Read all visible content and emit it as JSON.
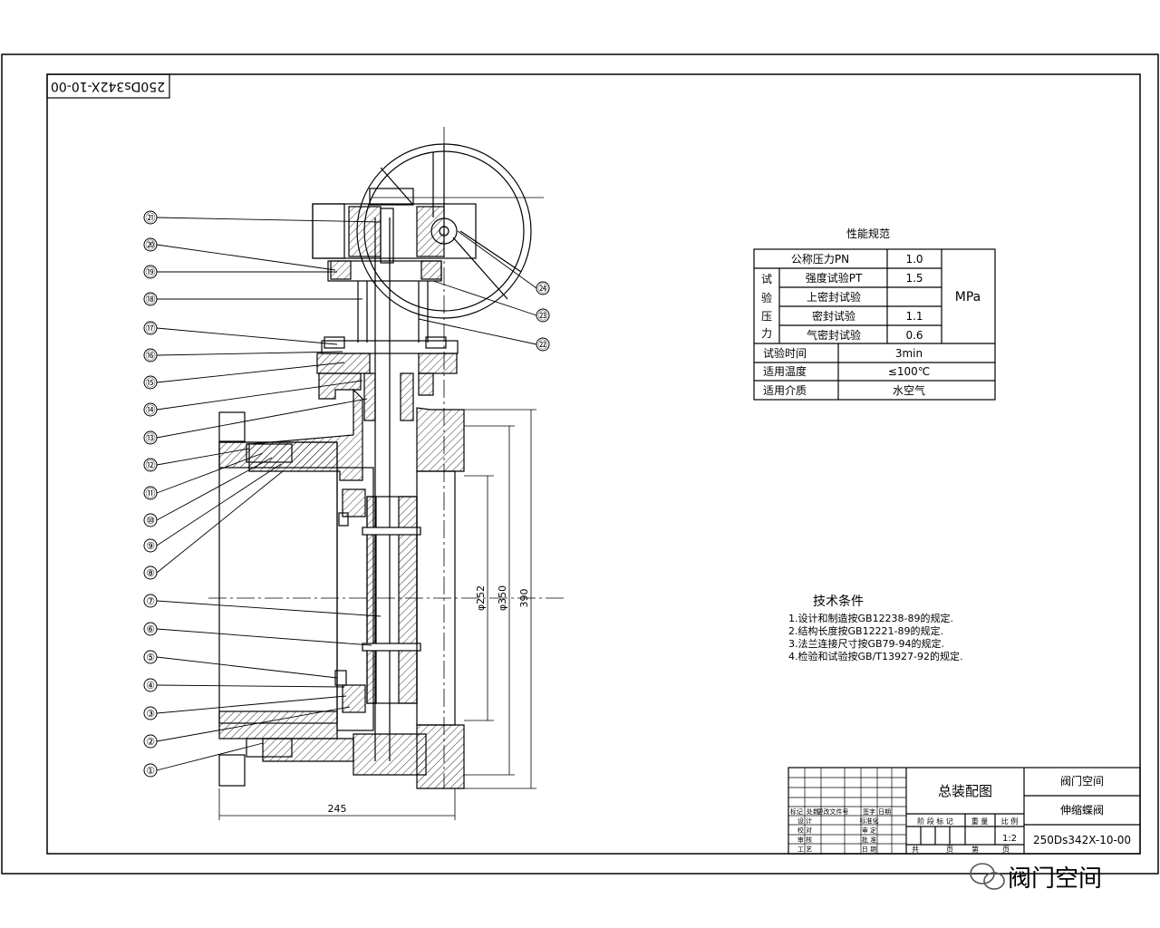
{
  "drawing_code_rotated": "250Ds342X-10-00",
  "balloons": [
    "㉑",
    "⑳",
    "⑲",
    "⑱",
    "⑰",
    "⑯",
    "⑮",
    "⑭",
    "⑬",
    "⑫",
    "⑪",
    "⑩",
    "⑨",
    "⑧",
    "⑦",
    "⑥",
    "⑤",
    "④",
    "③",
    "②",
    "①"
  ],
  "balloons_right": [
    "㉔",
    "㉓",
    "㉒"
  ],
  "dimensions": {
    "overall_width": "245",
    "d_inner": "φ252",
    "d_bolt": "φ350",
    "d_outer": "390"
  },
  "performance": {
    "title": "性能规范",
    "rows": [
      {
        "label": "公称压力PN",
        "value": "1.0"
      },
      {
        "label": "强度试验PT",
        "value": "1.5"
      },
      {
        "label": "上密封试验",
        "value": ""
      },
      {
        "label": "密封试验",
        "value": "1.1"
      },
      {
        "label": "气密封试验",
        "value": "0.6"
      }
    ],
    "group_label": [
      "试",
      "验",
      "压",
      "力"
    ],
    "unit": "MPa",
    "extra_rows": [
      {
        "label": "试验时间",
        "value": "3min"
      },
      {
        "label": "适用温度",
        "value": "≤100℃"
      },
      {
        "label": "适用介质",
        "value": "水空气"
      }
    ]
  },
  "tech": {
    "title": "技术条件",
    "items": [
      "1.设计和制造按GB12238-89的规定.",
      "2.结构长度按GB12221-89的规定.",
      "3.法兰连接尺寸按GB79-94的规定.",
      "4.检验和试验按GB/T13927-92的规定."
    ]
  },
  "title_block": {
    "drawing_name": "总装配图",
    "company": "阀门空间",
    "product": "伸缩蝶阀",
    "code": "250Ds342X-10-00",
    "scale": "1:2",
    "header_cells": [
      "标记",
      "处数",
      "更改文件号",
      "签字",
      "日期"
    ],
    "role_rows": [
      "设 计",
      "校 对",
      "审 核",
      "工 艺"
    ],
    "role_right": [
      "标准化",
      "审 定",
      "批 准",
      "日 期"
    ],
    "stage_labels": [
      "阶 段 标 记",
      "重 量",
      "比 例"
    ],
    "sheet_labels": [
      "共",
      "页",
      "第",
      "页"
    ]
  },
  "watermark": "阀门空间"
}
